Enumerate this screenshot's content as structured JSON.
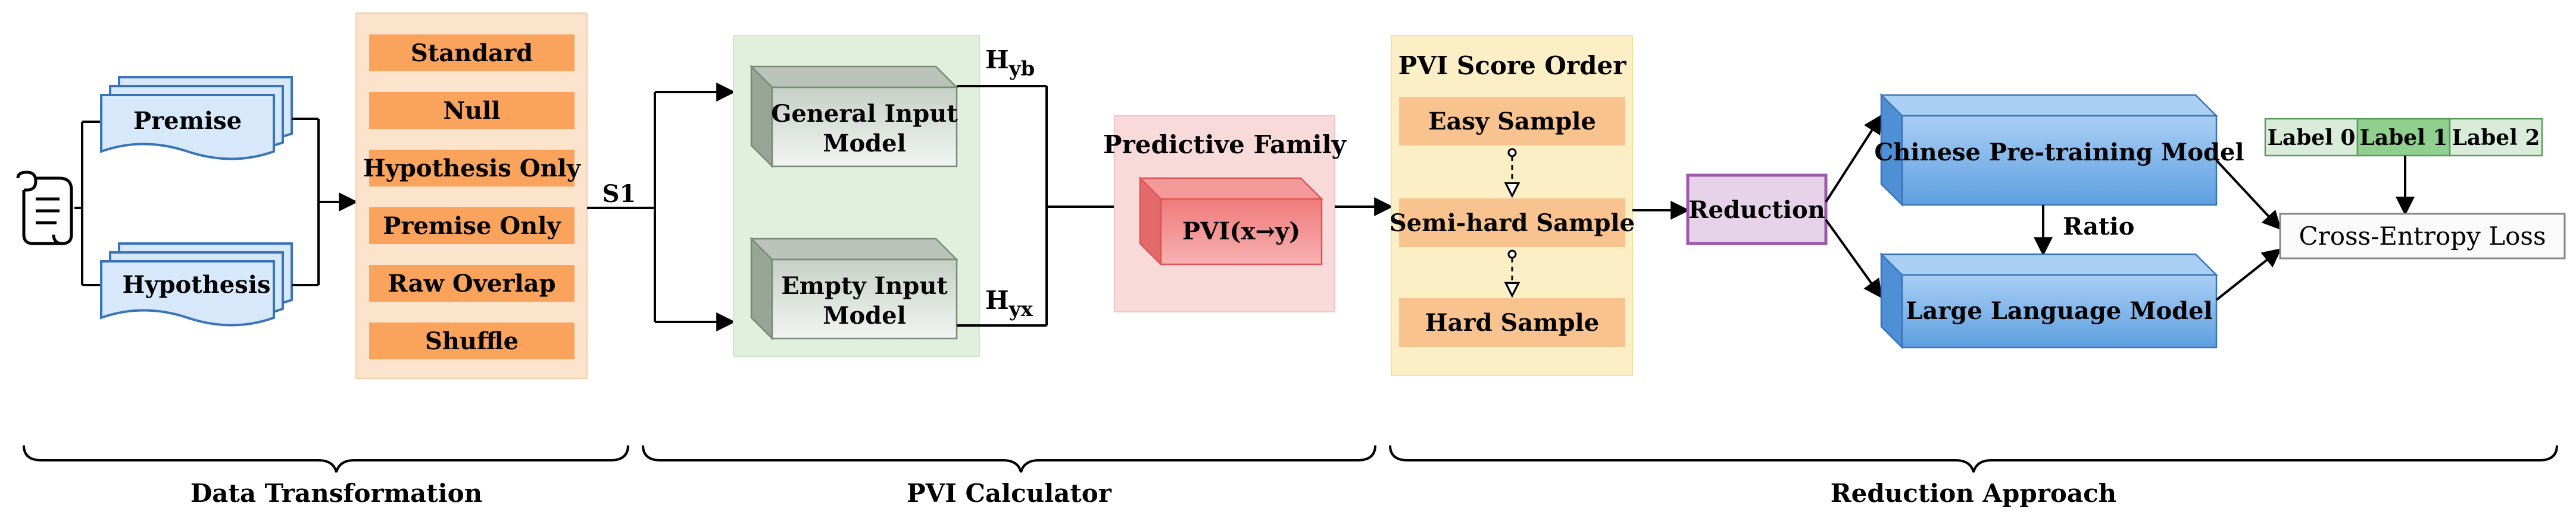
{
  "inputs": {
    "premise": "Premise",
    "hypothesis": "Hypothesis"
  },
  "transforms": [
    "Standard",
    "Null",
    "Hypothesis Only",
    "Premise Only",
    "Raw Overlap",
    "Shuffle"
  ],
  "s1_label": "S1",
  "models": {
    "general": [
      "General Input",
      "Model"
    ],
    "empty": [
      "Empty Input",
      "Model"
    ]
  },
  "h_top": {
    "base": "H",
    "sub": "yb"
  },
  "h_bottom": {
    "base": "H",
    "sub": "yx"
  },
  "predictive": {
    "title": "Predictive Family",
    "box": "PVI(x→y)"
  },
  "order": {
    "title": "PVI Score Order",
    "items": [
      "Easy Sample",
      "Semi-hard Sample",
      "Hard Sample"
    ]
  },
  "reduction": "Reduction",
  "llm": {
    "chinese": "Chinese Pre-training Model",
    "large": "Large Language Model",
    "ratio": "Ratio"
  },
  "labels": [
    "Label 0",
    "Label 1",
    "Label 2"
  ],
  "loss": "Cross-Entropy Loss",
  "sections": [
    "Data Transformation",
    "PVI Calculator",
    "Reduction Approach"
  ],
  "colors": {
    "doc_fill": "#d6e8fa",
    "doc_stroke": "#3a74b8",
    "transform_bg": "#fbe3cc",
    "transform_item": "#f9a35c",
    "pvi_bg": "#e0f0dc",
    "model_front": "#d8dfd8",
    "model_stroke": "#7a8a7a",
    "pred_bg": "#f9dada",
    "pred_box": "#f28a8a",
    "order_bg": "#fcefc6",
    "order_item": "#f9c38f",
    "reduction_fill": "#e6d3ea",
    "reduction_stroke": "#9a5aa8",
    "llm_fill": "#7bb3ea",
    "llm_stroke": "#3a74b8",
    "label_fill": "#d9ecd9",
    "label_active": "#8fd08f"
  }
}
